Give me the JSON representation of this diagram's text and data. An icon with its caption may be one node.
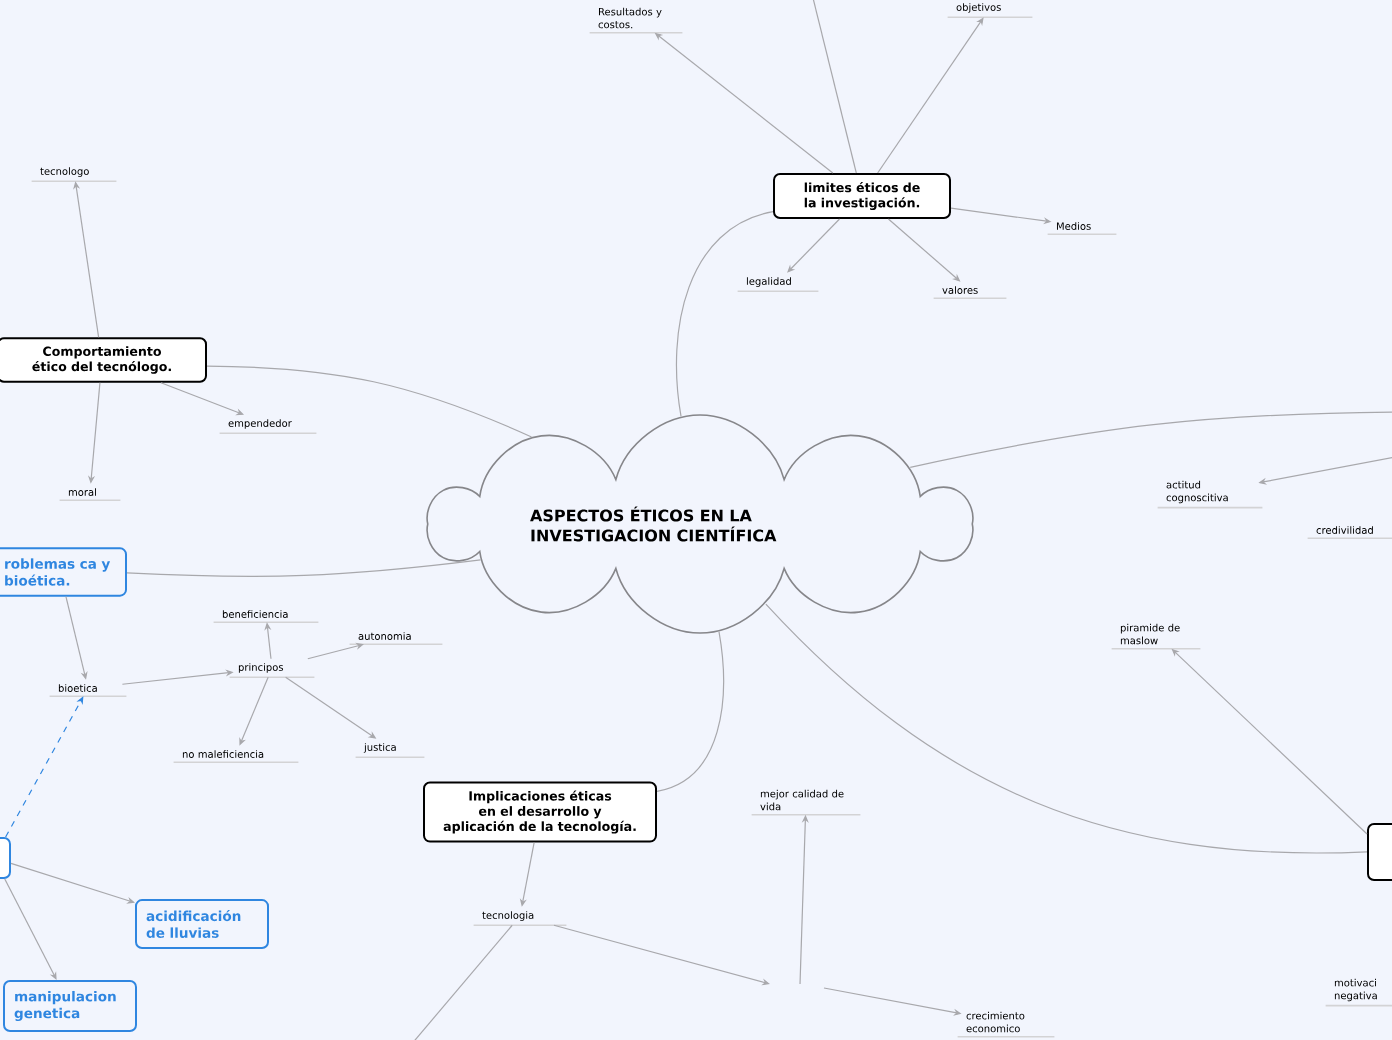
{
  "diagram": {
    "nodes": [
      {
        "text": [
          "ASPECTOS ÉTICOS EN LA INVESTIGACION CIENTÍFICA"
        ]
      },
      {
        "text": [
          "limites éticos de la investigación."
        ]
      },
      {
        "text": [
          "Resultados y costos."
        ]
      },
      {
        "text": [
          "objetivos"
        ]
      },
      {
        "text": [
          "Medios"
        ]
      },
      {
        "text": [
          "legalidad"
        ]
      },
      {
        "text": [
          "valores"
        ]
      },
      {
        "text": [
          "Comportamiento ético del tecnólogo."
        ]
      },
      {
        "text": [
          "tecnologo"
        ]
      },
      {
        "text": [
          "empendedor"
        ]
      },
      {
        "text": [
          "moral"
        ]
      },
      {
        "text": [
          "roblemas ca y bioética."
        ]
      },
      {
        "text": [
          "bioetica"
        ]
      },
      {
        "text": [
          "principos"
        ]
      },
      {
        "text": [
          "beneficiencia"
        ]
      },
      {
        "text": [
          "autonomia"
        ]
      },
      {
        "text": [
          "no maleficiencia"
        ]
      },
      {
        "text": [
          "justica"
        ]
      },
      {
        "text": [],
        "shape": "box"
      },
      {
        "text": [
          "acidificación de lluvias"
        ]
      },
      {
        "text": [
          "manipulacion genetica"
        ]
      },
      {
        "text": [
          "Implicaciones éticas en el desarrollo y aplicación de la tecnología."
        ]
      },
      {
        "text": [
          "tecnologia"
        ]
      },
      {
        "text": [
          "mejor calidad de vida"
        ]
      },
      {
        "text": [
          "crecimiento economico"
        ]
      },
      {
        "text": [
          "actitud cognoscitiva"
        ]
      },
      {
        "text": [
          "credivilidad"
        ]
      },
      {
        "text": [
          "piramide de maslow"
        ]
      },
      {
        "text": [],
        "shape": "box"
      },
      {
        "text": [
          "motivaci negativa"
        ]
      }
    ],
    "edges": [
      {
        "from": 0,
        "to": 1,
        "arrow": "none"
      },
      {
        "from": 1,
        "to": 2,
        "arrow": "to"
      },
      {
        "from": 1,
        "to": null,
        "arrow": "none"
      },
      {
        "from": 1,
        "to": 3,
        "arrow": "to"
      },
      {
        "from": 1,
        "to": 4,
        "arrow": "to"
      },
      {
        "from": 1,
        "to": 5,
        "arrow": "to"
      },
      {
        "from": 1,
        "to": 6,
        "arrow": "to"
      },
      {
        "from": 0,
        "to": 7,
        "arrow": "none"
      },
      {
        "from": 7,
        "to": 8,
        "arrow": "to"
      },
      {
        "from": 7,
        "to": 9,
        "arrow": "to"
      },
      {
        "from": 7,
        "to": 10,
        "arrow": "to"
      },
      {
        "from": 0,
        "to": 11,
        "arrow": "none"
      },
      {
        "from": 11,
        "to": 12,
        "arrow": "to"
      },
      {
        "from": 18,
        "to": 12,
        "arrow": "to",
        "style": "dashed",
        "color": "#2f86e0"
      },
      {
        "from": 12,
        "to": 13,
        "arrow": "to"
      },
      {
        "from": 13,
        "to": 14,
        "arrow": "to"
      },
      {
        "from": 13,
        "to": 15,
        "arrow": "to"
      },
      {
        "from": 13,
        "to": 16,
        "arrow": "to"
      },
      {
        "from": 13,
        "to": 17,
        "arrow": "to"
      },
      {
        "from": 18,
        "to": 19,
        "arrow": "to"
      },
      {
        "from": 18,
        "to": 20,
        "arrow": "to"
      },
      {
        "from": 0,
        "to": 21,
        "arrow": "none"
      },
      {
        "from": 21,
        "to": 22,
        "arrow": "to"
      },
      {
        "from": 22,
        "to": null,
        "arrow": "to"
      },
      {
        "from": 22,
        "to": null,
        "arrow": "none"
      },
      {
        "from": null,
        "to": 23,
        "arrow": "to"
      },
      {
        "from": null,
        "to": 24,
        "arrow": "to"
      },
      {
        "from": 0,
        "to": null,
        "arrow": "none"
      },
      {
        "from": null,
        "to": 25,
        "arrow": "to"
      },
      {
        "from": 28,
        "to": 27,
        "arrow": "to"
      },
      {
        "from": 0,
        "to": 28,
        "arrow": "none"
      }
    ]
  }
}
